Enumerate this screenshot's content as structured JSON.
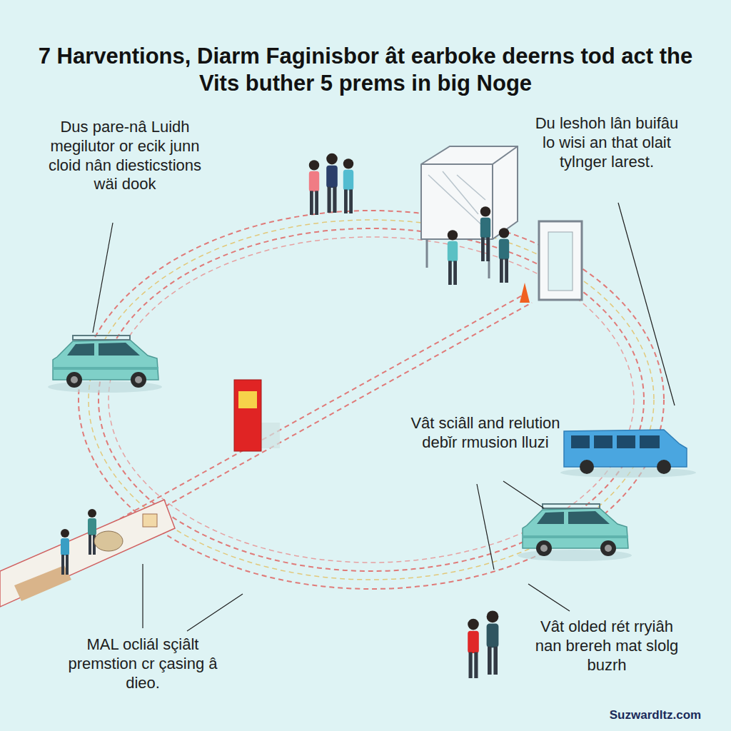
{
  "diagram": {
    "title": "7 Harventions, Diarm Faginisbor ât earboke deerns tod act the Vits buther 5 prems in big Noge",
    "labels": [
      "Dus pare-nâ Luidh megilutor or ecik junn cloid nân diesticstions wäi dook",
      "Du leshoh lân buifâu lo wisi an that olait tylnger larest.",
      "Vât sciâll and relution debǐr rmusion lluzi",
      "MAL ocliál sçiâlt premstion cr çasing â dieo.",
      "Vât olded rét rryiâh nan brereh mat slolg buzrh",
      "Suzwardltz.com"
    ]
  }
}
